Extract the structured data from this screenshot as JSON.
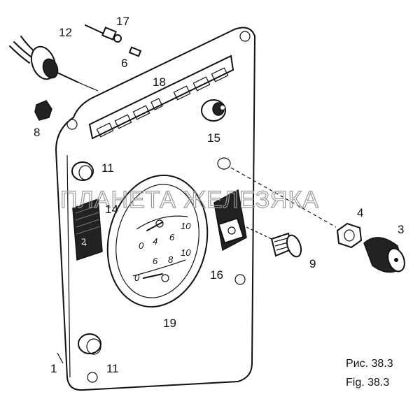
{
  "watermark": "ПЛАНЕТА ЖЕЛЕЗЯКА",
  "callouts": {
    "c1": "1",
    "c3": "3",
    "c4": "4",
    "c6": "6",
    "c8": "8",
    "c9": "9",
    "c11a": "11",
    "c11b": "11",
    "c12": "12",
    "c14": "14",
    "c15": "15",
    "c16": "16",
    "c17": "17",
    "c18": "18",
    "c19": "19"
  },
  "gauges": {
    "upper_scale": [
      "0",
      "4",
      "6",
      "10"
    ],
    "lower_scale": [
      "0",
      "6",
      "8",
      "10"
    ]
  },
  "caption": {
    "ru": "Рис. 38.3",
    "en": "Fig. 38.3"
  }
}
